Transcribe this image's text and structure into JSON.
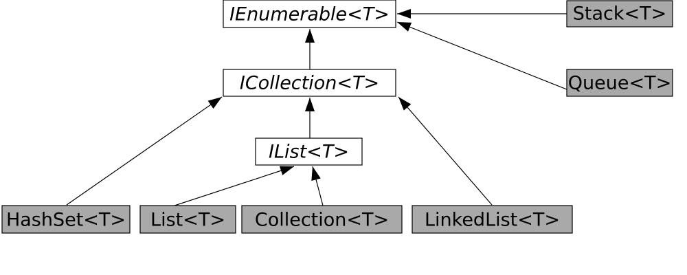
{
  "nodes": {
    "ienumerable": {
      "label": "IEnumerable<T>",
      "kind": "interface"
    },
    "icollection": {
      "label": "ICollection<T>",
      "kind": "interface"
    },
    "ilist": {
      "label": "IList<T>",
      "kind": "interface"
    },
    "stack": {
      "label": "Stack<T>",
      "kind": "class"
    },
    "queue": {
      "label": "Queue<T>",
      "kind": "class"
    },
    "hashset": {
      "label": "HashSet<T>",
      "kind": "class"
    },
    "list": {
      "label": "List<T>",
      "kind": "class"
    },
    "collection": {
      "label": "Collection<T>",
      "kind": "class"
    },
    "linkedlist": {
      "label": "LinkedList<T>",
      "kind": "class"
    }
  },
  "edges": [
    {
      "from": "stack",
      "to": "ienumerable"
    },
    {
      "from": "queue",
      "to": "ienumerable"
    },
    {
      "from": "icollection",
      "to": "ienumerable"
    },
    {
      "from": "ilist",
      "to": "icollection"
    },
    {
      "from": "hashset",
      "to": "icollection"
    },
    {
      "from": "linkedlist",
      "to": "icollection"
    },
    {
      "from": "list",
      "to": "ilist"
    },
    {
      "from": "collection",
      "to": "ilist"
    }
  ],
  "colors": {
    "interface_fill": "#ffffff",
    "class_fill": "#a9a9a9",
    "stroke": "#000000",
    "text": "#000000"
  }
}
